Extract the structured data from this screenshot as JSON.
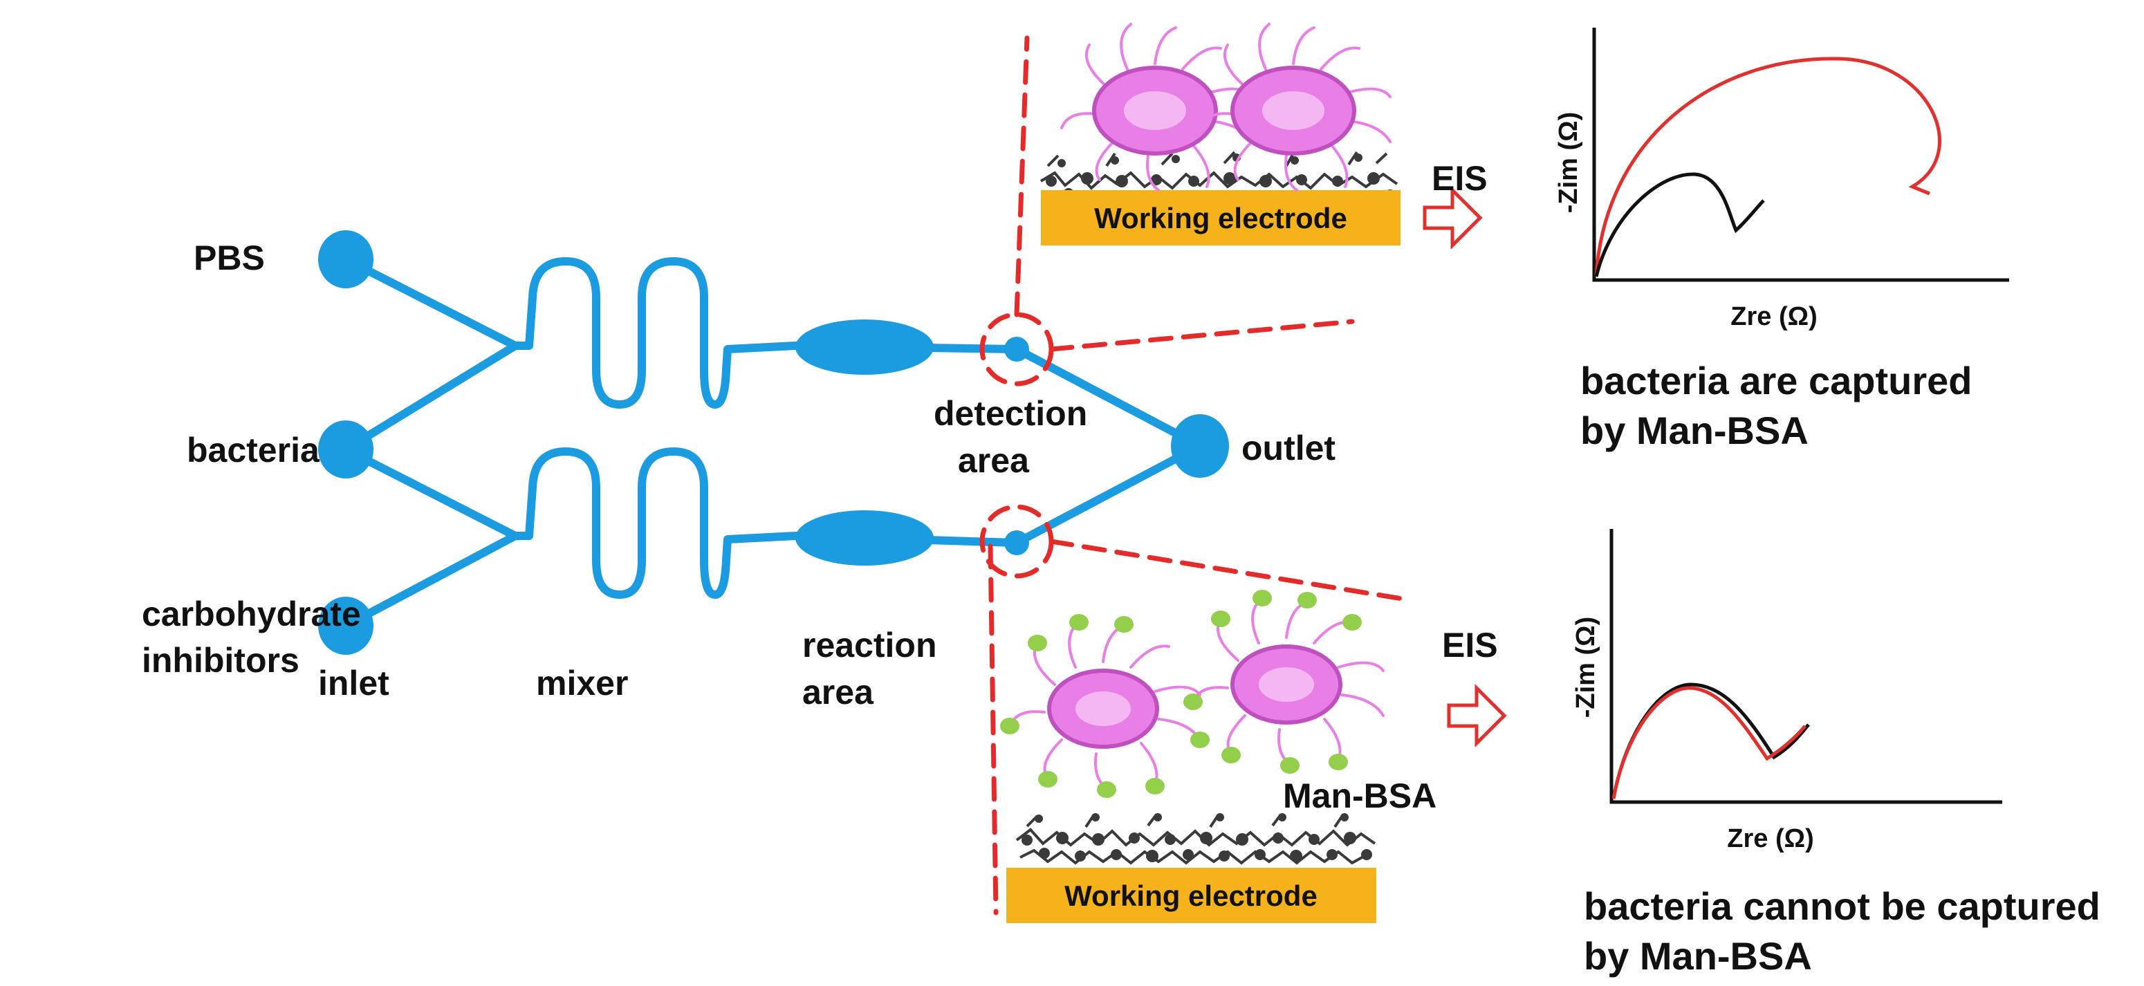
{
  "colors": {
    "channel": "#1b9be0",
    "zoom": "#e52a2a",
    "electrode": "#f5b21a",
    "bacteria_body": "#e97fe6",
    "bacteria_core": "#f4b7f2",
    "mannose": "#93cf4b",
    "curve_red": "#e0312f",
    "curve_black": "#111111",
    "arrow": "#e0312f",
    "polymer": "#3a3a3a"
  },
  "labels": {
    "pbs": "PBS",
    "bacteria": "bacteria",
    "carbohydrate_line1": "carbohydrate",
    "carbohydrate_line2": "inhibitors",
    "inlet": "inlet",
    "mixer": "mixer",
    "reaction_line1": "reaction",
    "reaction_line2": "area",
    "detection_line1": "detection",
    "detection_line2": "area",
    "outlet": "outlet",
    "working_electrode": "Working electrode",
    "eis": "EIS",
    "man_bsa": "Man-BSA",
    "zim_axis": "-Zim (Ω)",
    "zre_axis": "Zre (Ω)",
    "captured_line1": "bacteria are captured",
    "captured_line2": "by Man-BSA",
    "not_captured_line1": "bacteria cannot be captured",
    "not_captured_line2": "by Man-BSA"
  },
  "icons": [
    "channel-network",
    "zoom-circle",
    "bacteria-icon",
    "electrode-bar",
    "eis-arrow-icon",
    "nyquist-plot"
  ]
}
